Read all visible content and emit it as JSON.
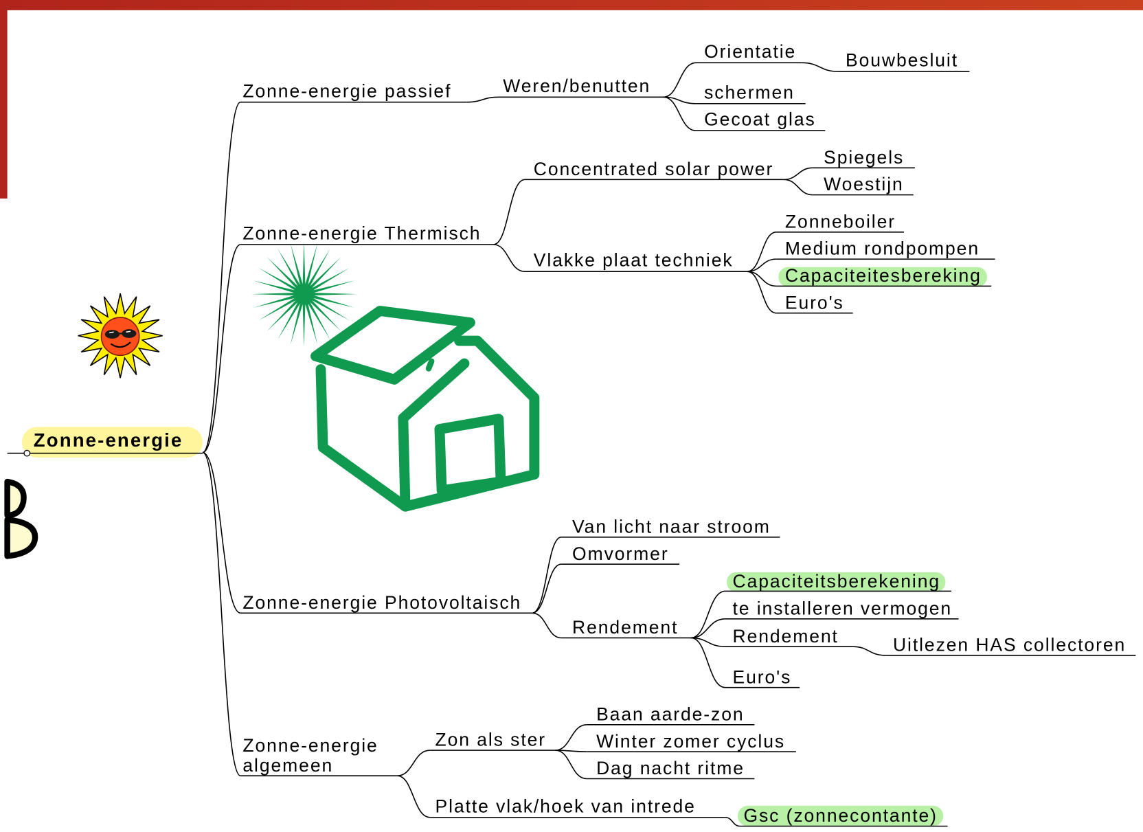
{
  "mindmap": {
    "root": {
      "label": "Zonne-energie"
    },
    "branches": [
      {
        "label": "Zonne-energie passief",
        "children": [
          {
            "label": "Weren/benutten",
            "children": [
              {
                "label": "Orientatie",
                "children": [
                  {
                    "label": "Bouwbesluit"
                  }
                ]
              },
              {
                "label": "schermen"
              },
              {
                "label": "Gecoat glas"
              }
            ]
          }
        ]
      },
      {
        "label": "Zonne-energie Thermisch",
        "children": [
          {
            "label": "Concentrated solar power",
            "children": [
              {
                "label": "Spiegels"
              },
              {
                "label": "Woestijn"
              }
            ]
          },
          {
            "label": "Vlakke plaat techniek",
            "children": [
              {
                "label": "Zonneboiler"
              },
              {
                "label": "Medium rondpompen"
              },
              {
                "label": "Capaciteitesbereking",
                "highlighted": true
              },
              {
                "label": "Euro's"
              }
            ]
          }
        ]
      },
      {
        "label": "Zonne-energie Photovoltaisch",
        "children": [
          {
            "label": "Van licht naar stroom"
          },
          {
            "label": "Omvormer"
          },
          {
            "label": "Rendement",
            "children": [
              {
                "label": "Capaciteitsberekening",
                "highlighted": true
              },
              {
                "label": "te installeren vermogen"
              },
              {
                "label": "Rendement",
                "children": [
                  {
                    "label": "Uitlezen HAS collectoren"
                  }
                ]
              },
              {
                "label": "Euro's"
              }
            ]
          }
        ]
      },
      {
        "lines": [
          "Zonne-energie",
          "algemeen"
        ],
        "children": [
          {
            "label": "Zon als ster",
            "children": [
              {
                "label": "Baan aarde-zon"
              },
              {
                "label": "Winter zomer cyclus"
              },
              {
                "label": "Dag nacht ritme"
              }
            ]
          },
          {
            "label": "Platte vlak/hoek van intrede",
            "children": [
              {
                "label": "Gsc (zonnecontante)",
                "highlighted": true
              }
            ]
          }
        ]
      }
    ]
  },
  "icons": {
    "sun": "sun-with-sunglasses-icon",
    "starburst": "green-starburst-icon",
    "house": "green-house-solar-panel-icon"
  },
  "colors": {
    "frame_red": "#b0241c",
    "frame_red_light": "#c9411f",
    "root_highlight": "#fff59d",
    "node_highlight": "#b8f0a6",
    "icon_green": "#0f9a4f",
    "line": "#000000",
    "sun_rays": "#ffee00",
    "sun_face": "#ff4f1a"
  }
}
